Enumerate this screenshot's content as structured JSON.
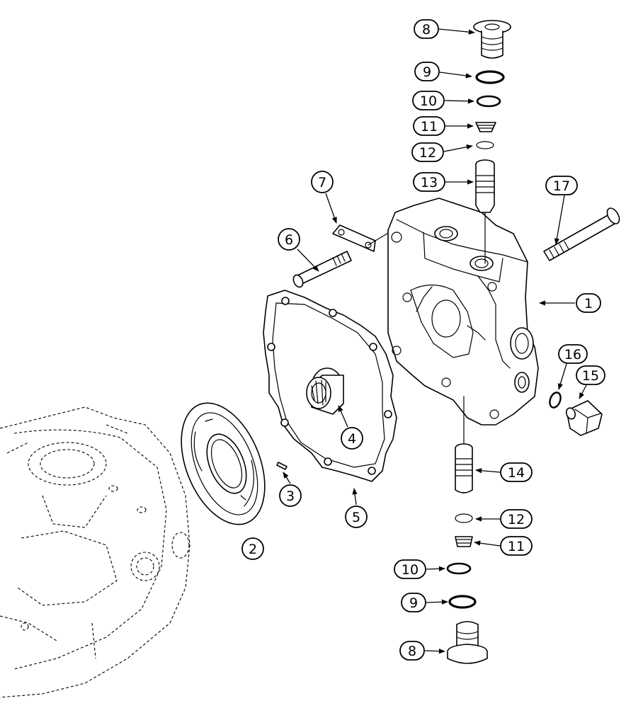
{
  "callouts": {
    "c1": "1",
    "c2": "2",
    "c3": "3",
    "c4": "4",
    "c5": "5",
    "c6": "6",
    "c7": "7",
    "c8_top": "8",
    "c9_top": "9",
    "c10_top": "10",
    "c11_top": "11",
    "c12_top": "12",
    "c13": "13",
    "c14": "14",
    "c15": "15",
    "c16": "16",
    "c17": "17",
    "c12_bot": "12",
    "c11_bot": "11",
    "c10_bot": "10",
    "c9_bot": "9",
    "c8_bot": "8"
  }
}
